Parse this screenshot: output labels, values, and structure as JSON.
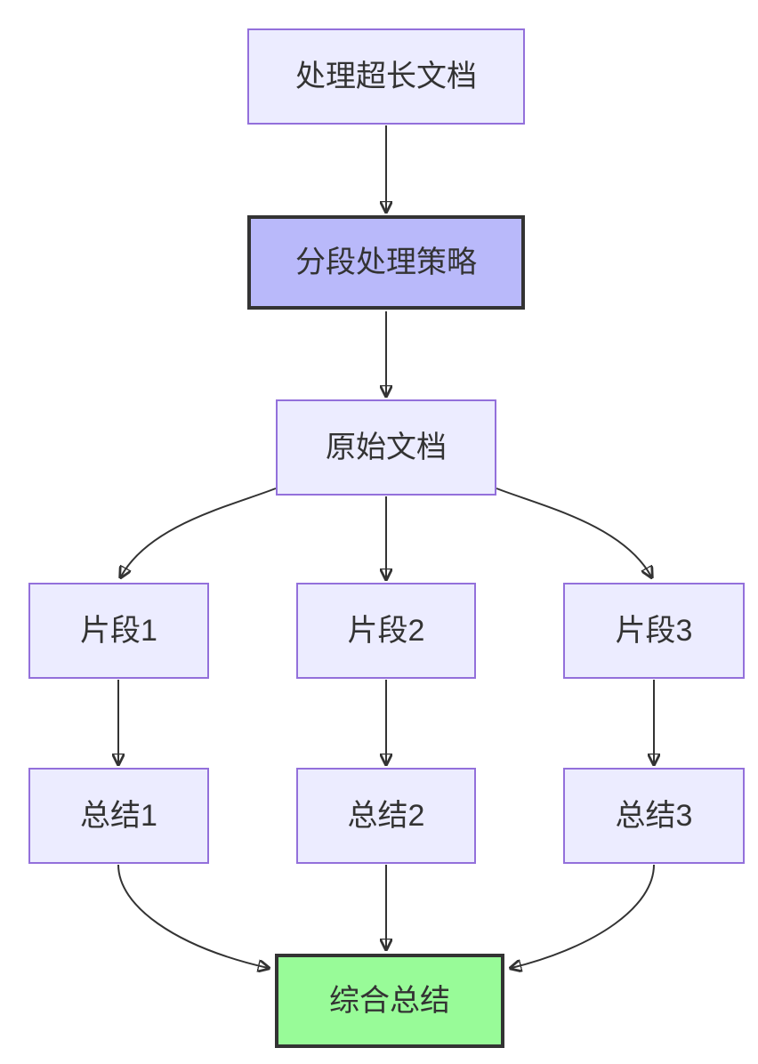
{
  "diagram": {
    "type": "flowchart",
    "direction": "top-down",
    "nodes": [
      {
        "id": "process-long-doc",
        "label": "处理超长文档",
        "role": "default"
      },
      {
        "id": "segmentation-strategy",
        "label": "分段处理策略",
        "role": "emphasis-purple"
      },
      {
        "id": "original-doc",
        "label": "原始文档",
        "role": "default"
      },
      {
        "id": "segment-1",
        "label": "片段1",
        "role": "default"
      },
      {
        "id": "segment-2",
        "label": "片段2",
        "role": "default"
      },
      {
        "id": "segment-3",
        "label": "片段3",
        "role": "default"
      },
      {
        "id": "summary-1",
        "label": "总结1",
        "role": "default"
      },
      {
        "id": "summary-2",
        "label": "总结2",
        "role": "default"
      },
      {
        "id": "summary-3",
        "label": "总结3",
        "role": "default"
      },
      {
        "id": "final-summary",
        "label": "综合总结",
        "role": "emphasis-green"
      }
    ],
    "edges": [
      {
        "from": "处理超长文档",
        "to": "分段处理策略",
        "arrow": "filled-triangle"
      },
      {
        "from": "分段处理策略",
        "to": "原始文档",
        "arrow": "filled-triangle"
      },
      {
        "from": "原始文档",
        "to": "片段1",
        "arrow": "filled-triangle"
      },
      {
        "from": "原始文档",
        "to": "片段2",
        "arrow": "filled-triangle"
      },
      {
        "from": "原始文档",
        "to": "片段3",
        "arrow": "filled-triangle"
      },
      {
        "from": "片段1",
        "to": "总结1",
        "arrow": "filled-triangle"
      },
      {
        "from": "片段2",
        "to": "总结2",
        "arrow": "filled-triangle"
      },
      {
        "from": "片段3",
        "to": "总结3",
        "arrow": "filled-triangle"
      },
      {
        "from": "总结1",
        "to": "综合总结",
        "arrow": "filled-triangle"
      },
      {
        "from": "总结2",
        "to": "综合总结",
        "arrow": "filled-triangle"
      },
      {
        "from": "总结3",
        "to": "综合总结",
        "arrow": "filled-triangle"
      }
    ],
    "colors": {
      "node_fill": "#ECECFF",
      "node_border": "#9370DB",
      "emphasis_purple_fill": "#B9B9FA",
      "emphasis_green_fill": "#98FB98",
      "emphasis_border": "#333333",
      "edge": "#333333",
      "text": "#333333",
      "background": "#FFFFFF"
    }
  }
}
